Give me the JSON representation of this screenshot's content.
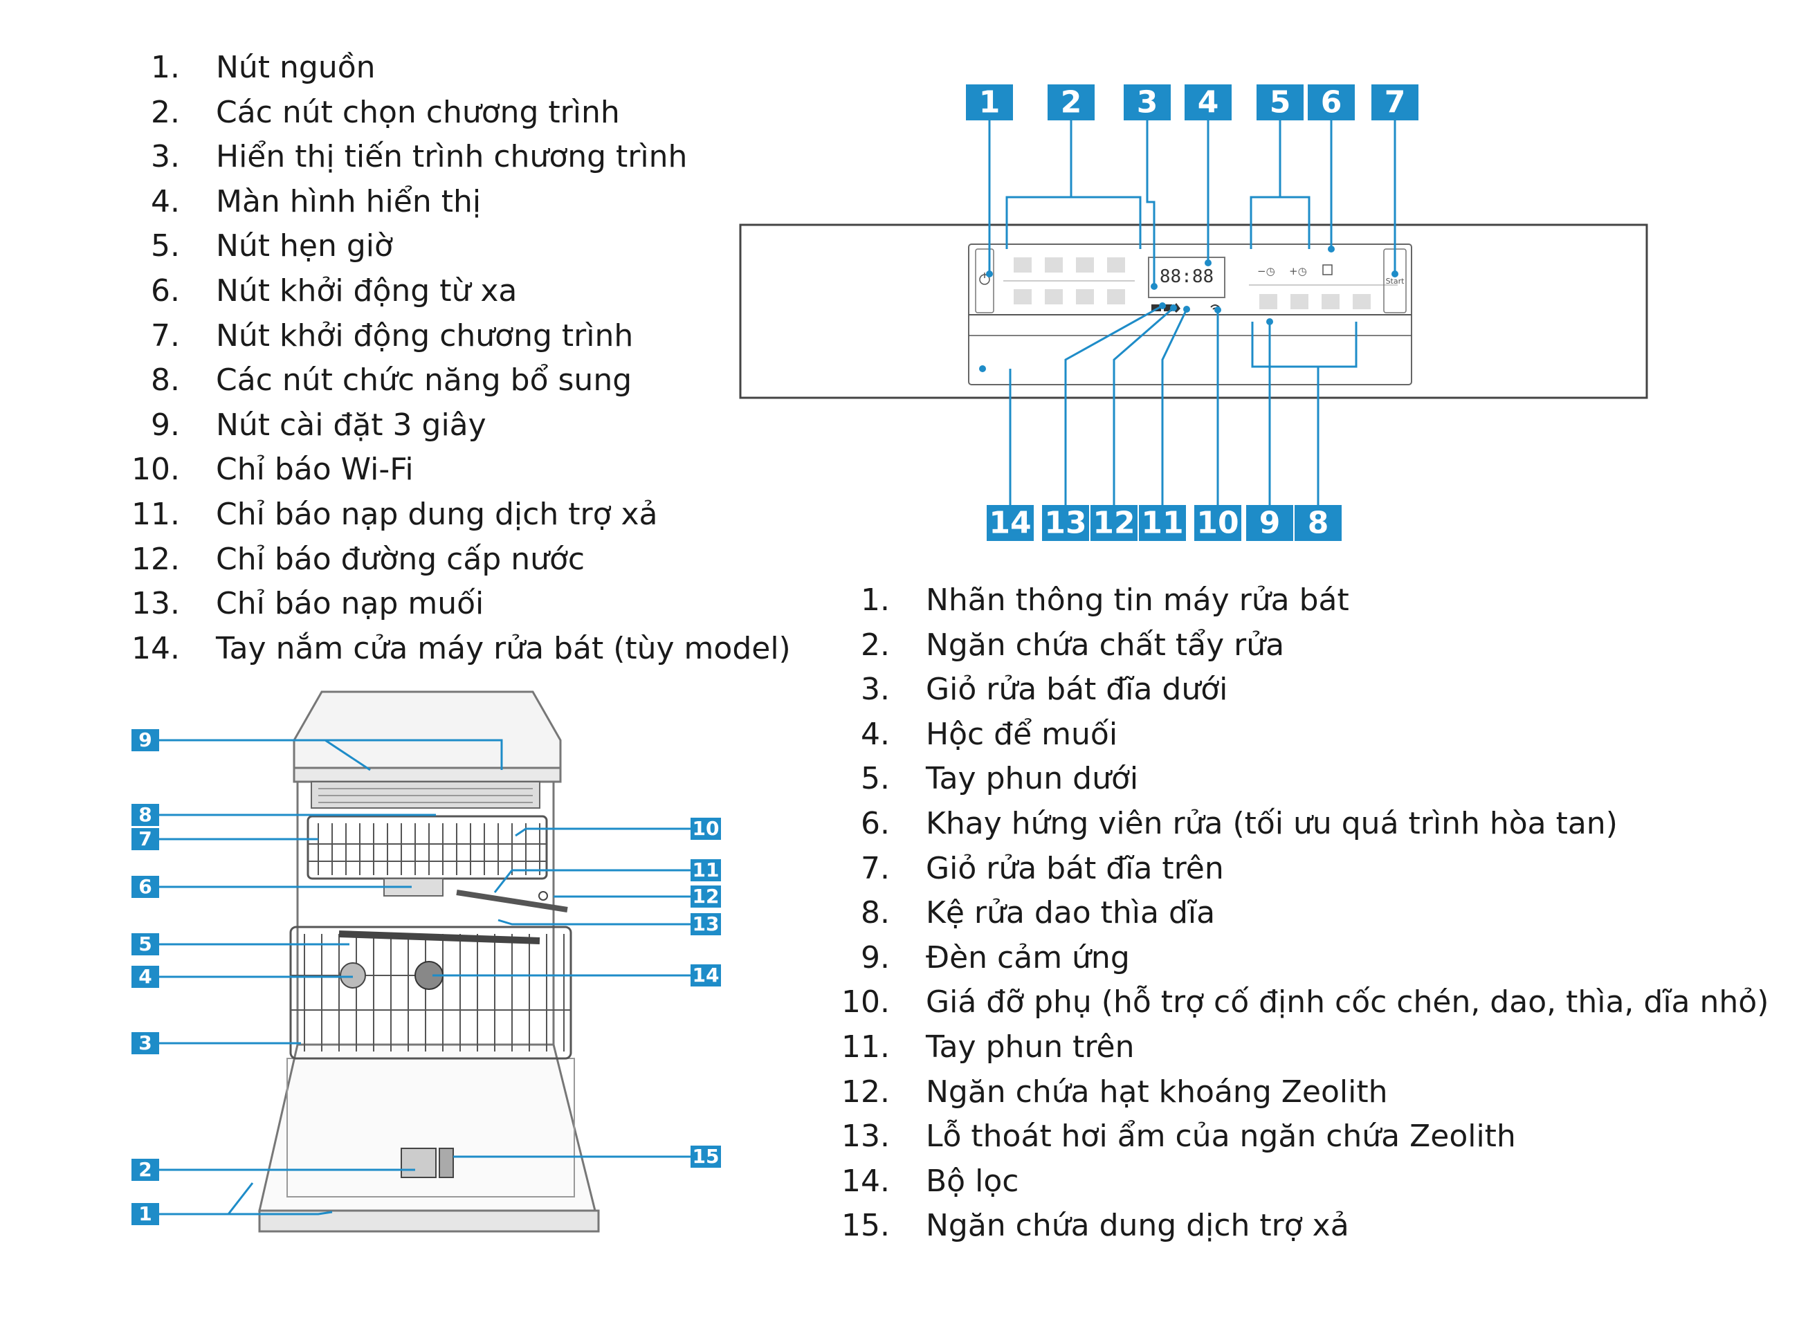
{
  "panel_legend": {
    "items": [
      {
        "n": "1.",
        "t": "Nút nguồn"
      },
      {
        "n": "2.",
        "t": "Các nút chọn chương trình"
      },
      {
        "n": "3.",
        "t": "Hiển thị tiến trình chương trình"
      },
      {
        "n": "4.",
        "t": "Màn hình hiển thị"
      },
      {
        "n": "5.",
        "t": "Nút hẹn giờ"
      },
      {
        "n": "6.",
        "t": "Nút khởi động từ xa"
      },
      {
        "n": "7.",
        "t": "Nút khởi động chương trình"
      },
      {
        "n": "8.",
        "t": "Các nút chức năng bổ sung"
      },
      {
        "n": "9.",
        "t": "Nút cài đặt 3 giây"
      },
      {
        "n": "10.",
        "t": "Chỉ báo Wi-Fi"
      },
      {
        "n": "11.",
        "t": "Chỉ báo nạp dung dịch trợ xả"
      },
      {
        "n": "12.",
        "t": "Chỉ báo đường cấp nước"
      },
      {
        "n": "13.",
        "t": "Chỉ báo nạp muối"
      },
      {
        "n": "14.",
        "t": "Tay nắm cửa máy rửa bát (tùy model)"
      }
    ]
  },
  "interior_legend": {
    "items": [
      {
        "n": "1.",
        "t": "Nhãn thông tin máy rửa bát"
      },
      {
        "n": "2.",
        "t": "Ngăn chứa chất tẩy rửa"
      },
      {
        "n": "3.",
        "t": "Giỏ rửa bát đĩa dưới"
      },
      {
        "n": "4.",
        "t": "Hộc để muối"
      },
      {
        "n": "5.",
        "t": "Tay phun dưới"
      },
      {
        "n": "6.",
        "t": "Khay hứng viên rửa (tối ưu quá trình hòa tan)"
      },
      {
        "n": "7.",
        "t": "Giỏ rửa bát đĩa trên"
      },
      {
        "n": "8.",
        "t": "Kệ rửa dao thìa dĩa"
      },
      {
        "n": "9.",
        "t": "Đèn cảm ứng"
      },
      {
        "n": "10.",
        "t": "Giá đỡ phụ (hỗ trợ cố định cốc chén, dao, thìa, dĩa nhỏ)"
      },
      {
        "n": "11.",
        "t": "Tay phun trên"
      },
      {
        "n": "12.",
        "t": "Ngăn chứa hạt khoáng Zeolith"
      },
      {
        "n": "13.",
        "t": "Lỗ thoát hơi ẩm của ngăn chứa Zeolith"
      },
      {
        "n": "14.",
        "t": "Bộ lọc"
      },
      {
        "n": "15.",
        "t": "Ngăn chứa dung dịch trợ xả"
      }
    ]
  },
  "panel_diagram": {
    "top_tags": [
      "1",
      "2",
      "3",
      "4",
      "5",
      "6",
      "7"
    ],
    "bottom_tags": [
      "14",
      "13",
      "12",
      "11",
      "10",
      "9",
      "8"
    ],
    "display_text": "88:88",
    "start_label": "Start",
    "timer_minus": "−◷",
    "timer_plus": "+◷",
    "accent_color": "#1e8cc8"
  },
  "interior_diagram": {
    "left_tags": [
      "9",
      "8",
      "7",
      "6",
      "5",
      "4",
      "3",
      "2",
      "1"
    ],
    "right_tags": [
      "10",
      "11",
      "12",
      "13",
      "14",
      "15"
    ],
    "accent_color": "#1e8cc8"
  }
}
